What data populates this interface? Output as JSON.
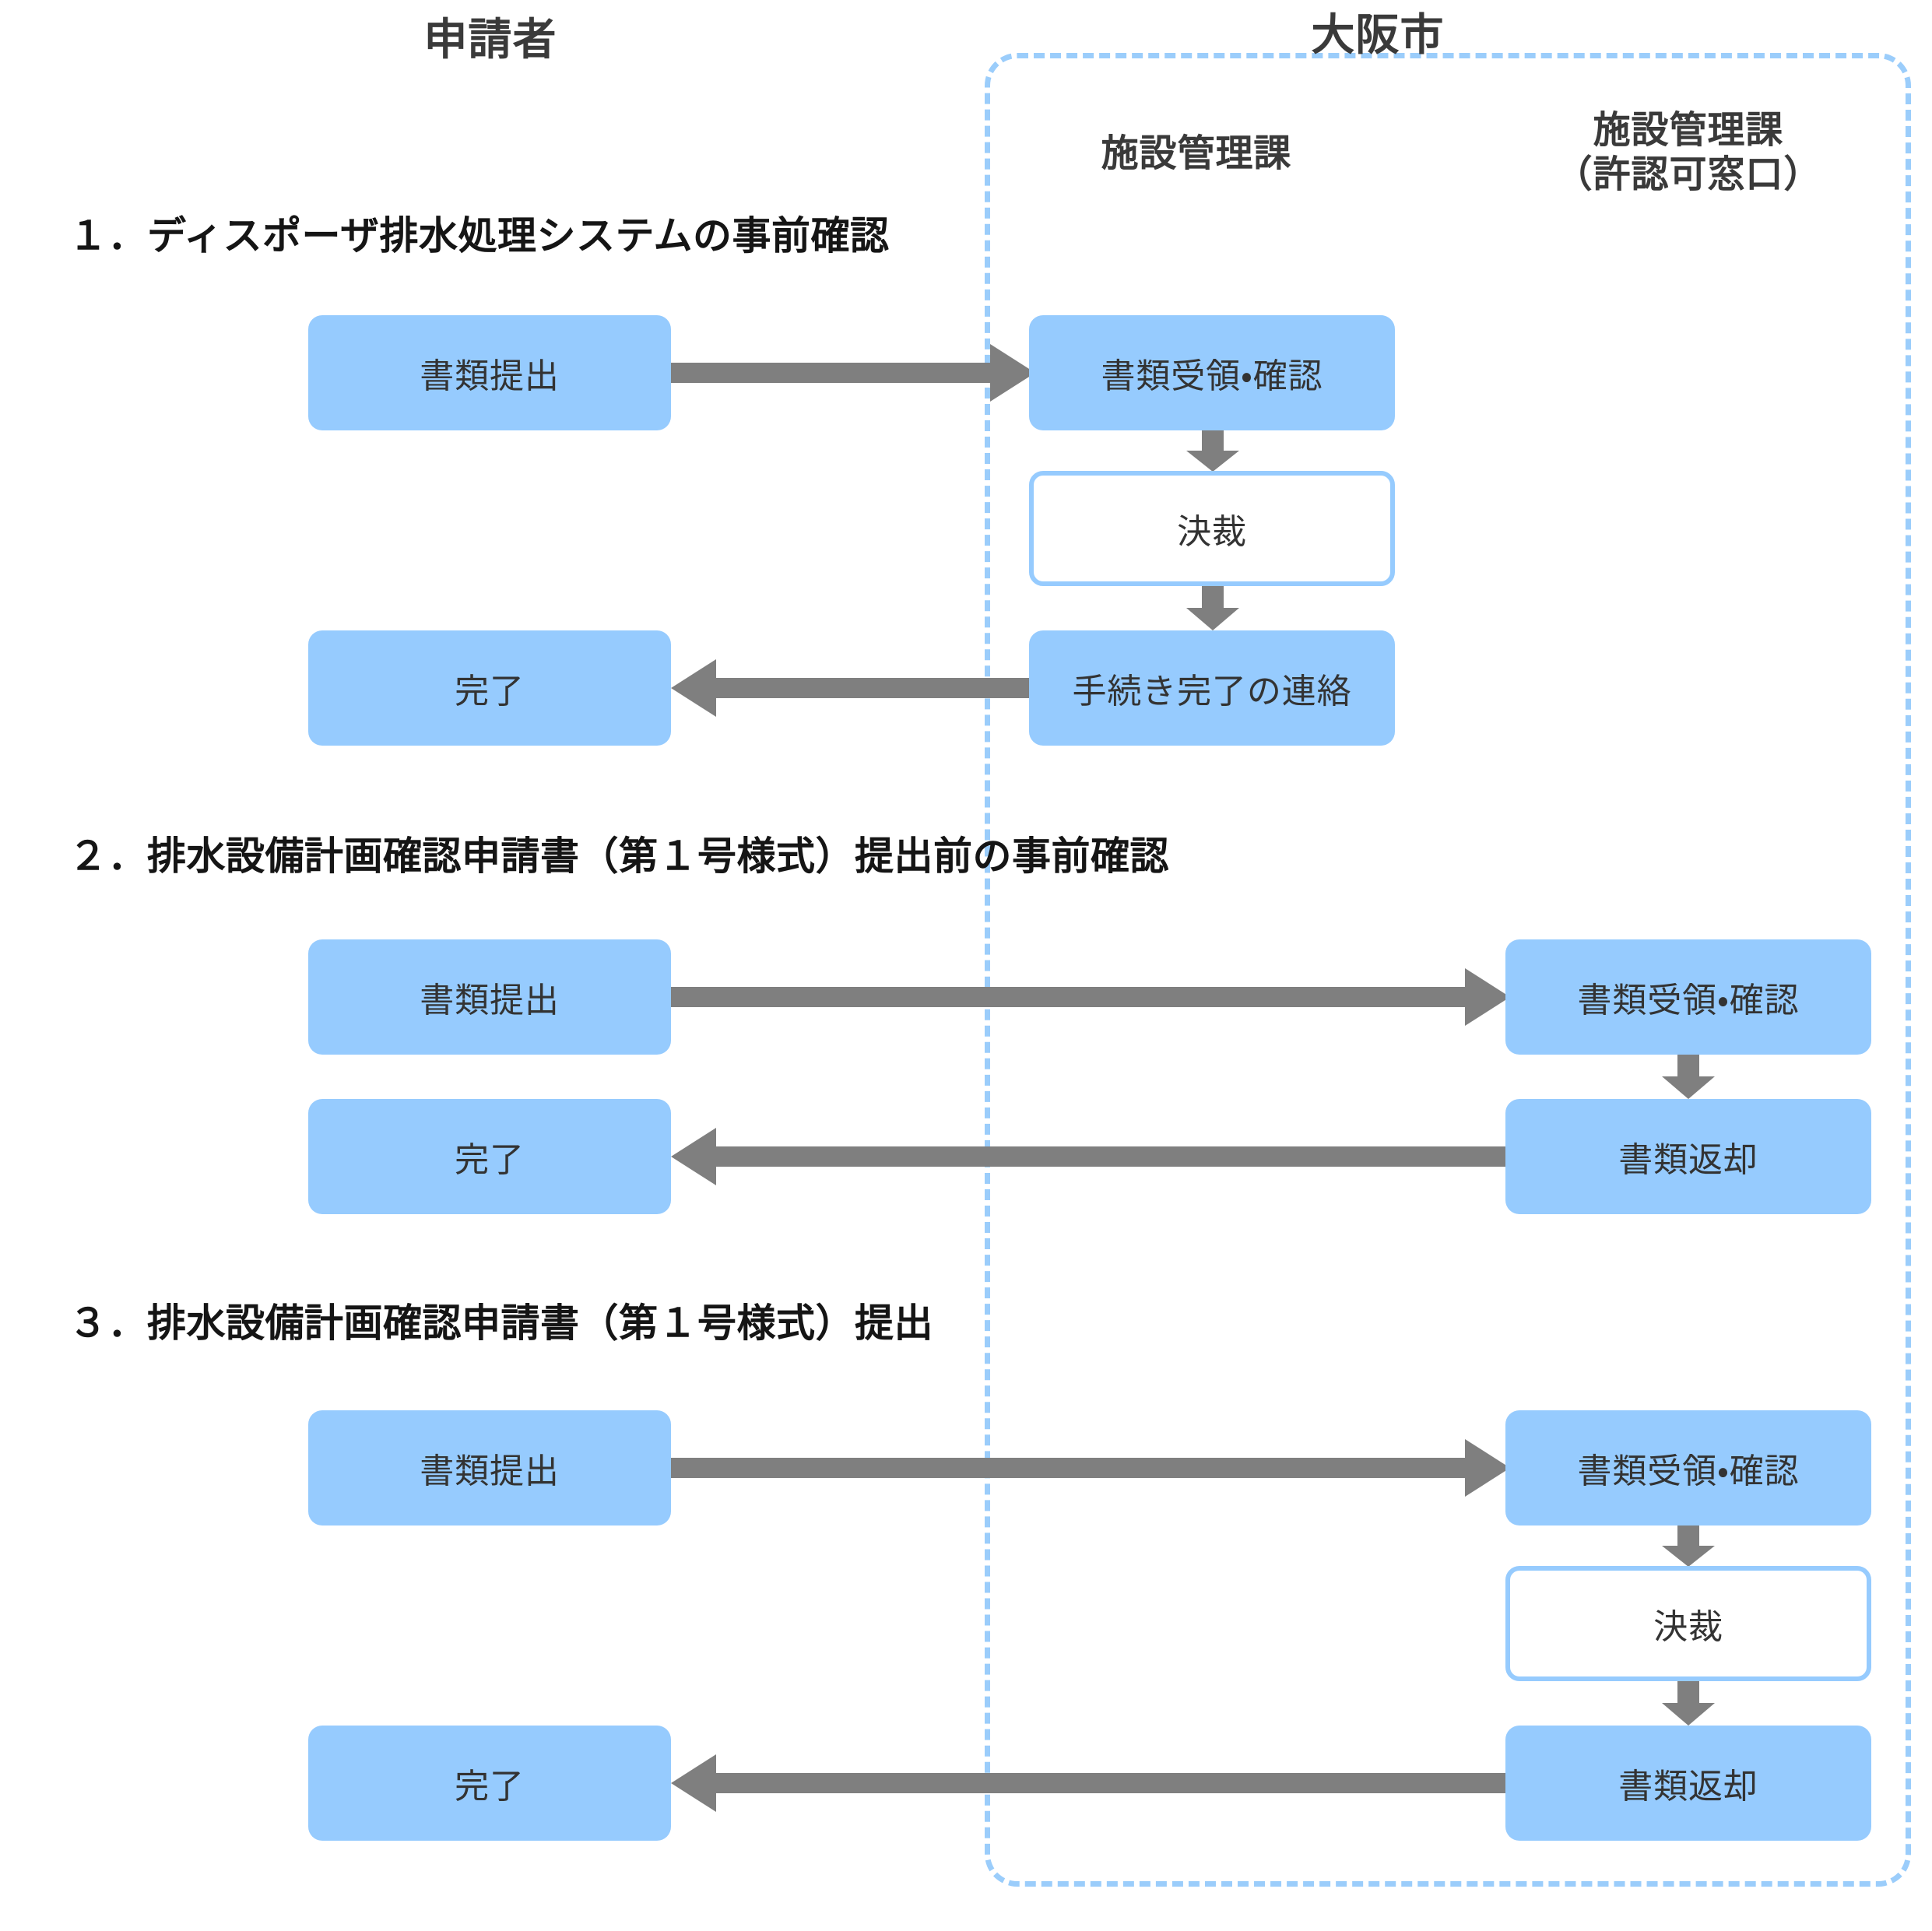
{
  "headers": {
    "applicant": "申請者",
    "city": "大阪市",
    "dept_facility": "施設管理課",
    "dept_permit": "施設管理課\n（許認可窓口）"
  },
  "colors": {
    "box_fill": "#96CBFE",
    "box_outline": "#96CBFE",
    "dashed_border": "#9BCDFB",
    "arrow": "#7F7F7F",
    "heading_text": "#151515",
    "node_text": "#333333",
    "background": "#FFFFFF"
  },
  "sections": [
    {
      "heading": "１．ディスポーザ排水処理システムの事前確認",
      "nodes": {
        "applicant_submit": "書類提出",
        "applicant_done": "完了",
        "dept_receive": "書類受領・確認",
        "dept_approve": "決裁",
        "dept_notify": "手続き完了の連絡"
      }
    },
    {
      "heading": "２．排水設備計画確認申請書（第１号様式）提出前の事前確認",
      "nodes": {
        "applicant_submit": "書類提出",
        "applicant_done": "完了",
        "dept_receive": "書類受領・確認",
        "dept_return": "書類返却"
      }
    },
    {
      "heading": "３．排水設備計画確認申請書（第１号様式）提出",
      "nodes": {
        "applicant_submit": "書類提出",
        "applicant_done": "完了",
        "dept_receive": "書類受領・確認",
        "dept_approve": "決裁",
        "dept_return": "書類返却"
      }
    }
  ]
}
